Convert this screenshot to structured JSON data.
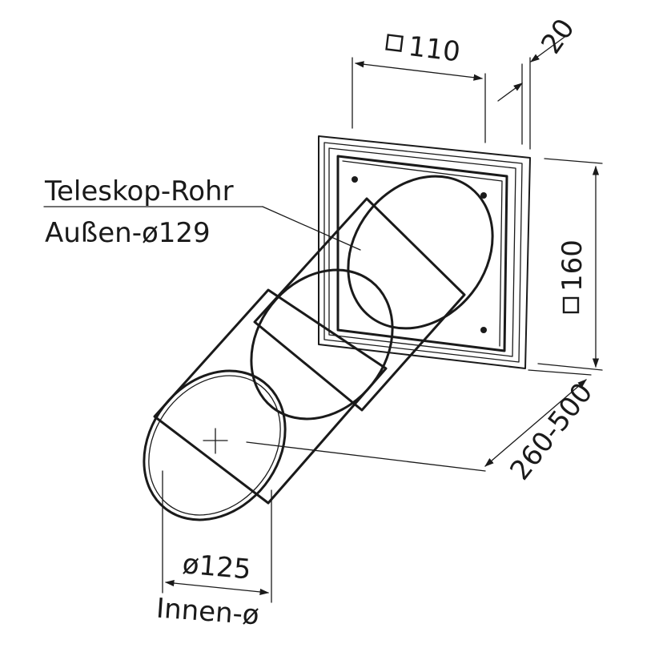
{
  "labels": {
    "tube_name": "Teleskop-Rohr",
    "tube_outer": "Außen-ø129",
    "square_width": "110",
    "thickness": "20",
    "square_height": "160",
    "length_range": "260-500",
    "inner_diameter": "ø125",
    "inner_label": "Innen-ø"
  }
}
